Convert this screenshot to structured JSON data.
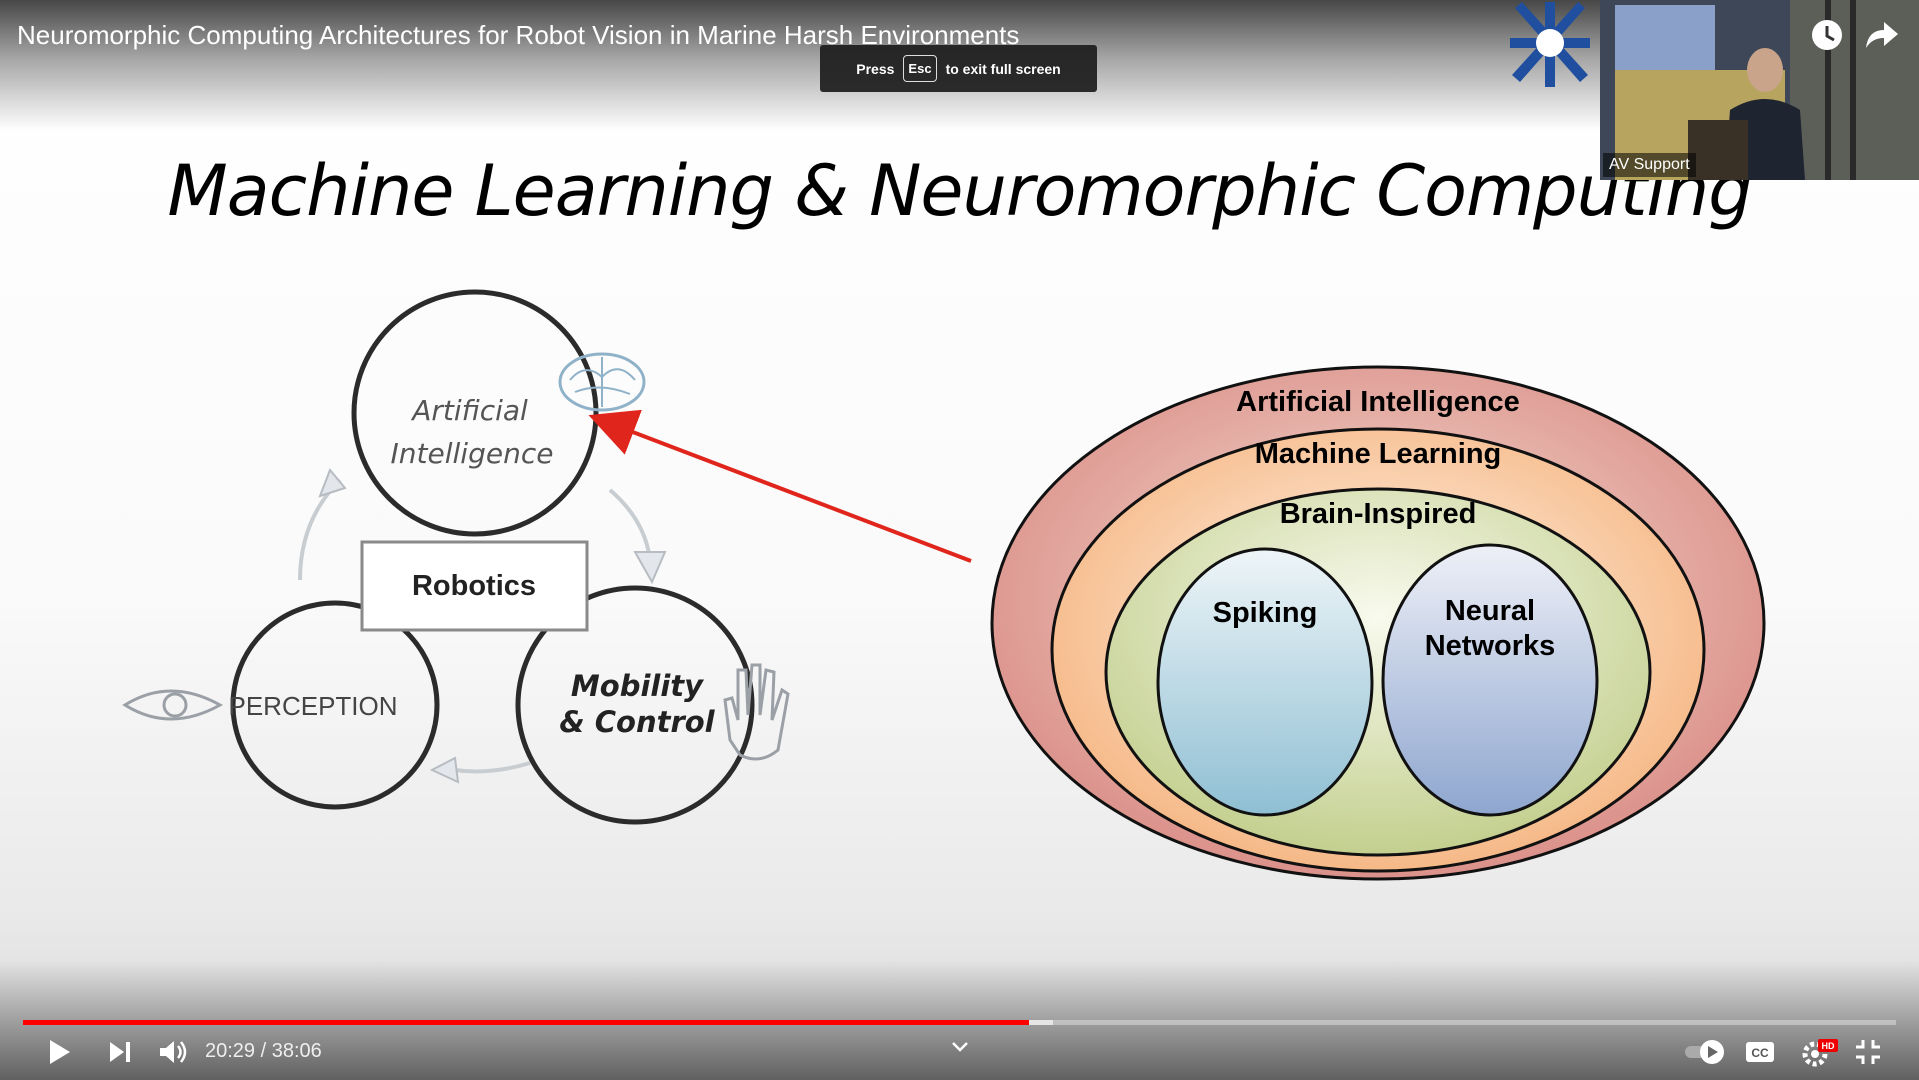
{
  "video": {
    "title": "Neuromorphic Computing Architectures for Robot Vision in Marine Harsh Environments",
    "current_time": "20:29",
    "separator": "/",
    "duration": "38:06",
    "progress": 0.537,
    "buffered": 0.55
  },
  "fullscreen_toast": {
    "press": "Press",
    "key": "Esc",
    "rest": "to exit full screen"
  },
  "camera_overlay": {
    "label": "AV Support"
  },
  "slide": {
    "title": "Machine Learning & Neuromorphic Computing",
    "left_diagram": {
      "ai": [
        "Artificial",
        "Intelligence"
      ],
      "center": "Robotics",
      "perception": "PERCEPTION",
      "mobility": [
        "Mobility",
        "& Control"
      ]
    },
    "right_diagram": {
      "rings": [
        "Artificial Intelligence",
        "Machine Learning",
        "Brain-Inspired"
      ],
      "inner_left": "Spiking",
      "inner_right": [
        "Neural",
        "Networks"
      ]
    }
  },
  "controls": {
    "icons": [
      "play-icon",
      "next-icon",
      "volume-icon",
      "chevron-down-icon",
      "autoplay-toggle",
      "captions-icon",
      "settings-icon",
      "exit-fullscreen-icon",
      "watch-later-icon",
      "share-icon"
    ],
    "cc_label": "CC",
    "hd_badge": "HD"
  }
}
